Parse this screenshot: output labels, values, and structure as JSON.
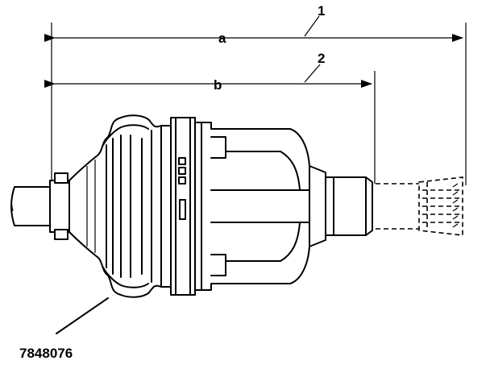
{
  "dimensions": {
    "a": {
      "letter": "a",
      "callout": "1"
    },
    "b": {
      "letter": "b",
      "callout": "2"
    }
  },
  "figure_id": "7848076",
  "colors": {
    "ink": "#000000",
    "paper": "#ffffff"
  }
}
